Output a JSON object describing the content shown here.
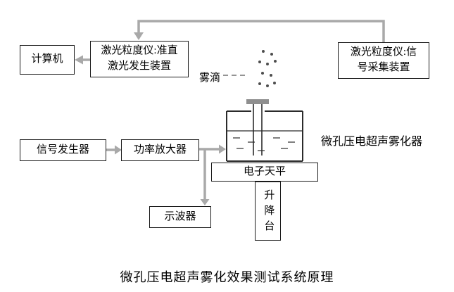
{
  "colors": {
    "background": "#ffffff",
    "arrow": "#a9a9a9",
    "box_border": "#1a1a1a",
    "text": "#000000",
    "tank_line": "#2b2b2b",
    "nozzle_cap": "#8f8f8f"
  },
  "boxes": {
    "computer": {
      "label": "计算机"
    },
    "laser_generator": {
      "label": "激光粒度仪:准直激光发生装置"
    },
    "laser_collector": {
      "label": "激光粒度仪:信号采集装置"
    },
    "signal_generator": {
      "label": "信号发生器"
    },
    "power_amplifier": {
      "label": "功率放大器"
    },
    "electronic_balance": {
      "label": "电子天平"
    },
    "oscilloscope": {
      "label": "示波器"
    },
    "lifting_platform": {
      "label": "升降台"
    }
  },
  "labels": {
    "mist": "雾滴",
    "atomizer": "微孔压电超声雾化器",
    "caption": "微孔压电超声雾化效果测试系统原理"
  }
}
